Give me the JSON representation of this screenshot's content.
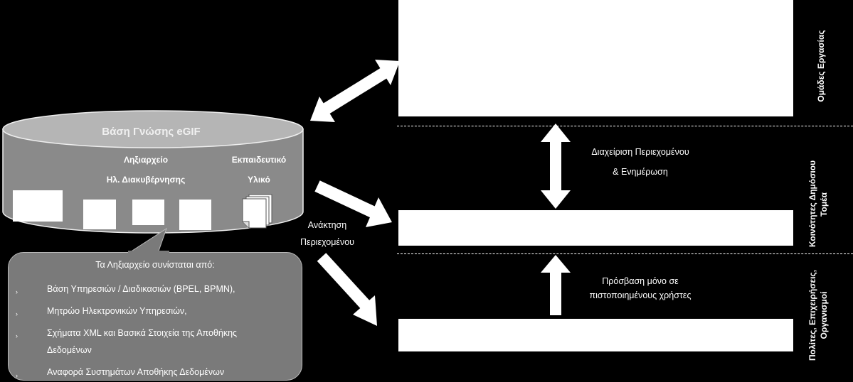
{
  "knowledge_base": {
    "title": "Βάση Γνώσης eGIF",
    "registry_line1": "Ληξιαρχείο",
    "registry_line2": "Ηλ. Διακυβέρνησης",
    "education_line1": "Εκπαιδευτικό",
    "education_line2": "Υλικό"
  },
  "callout": {
    "heading": "Τα Ληξιαρχείο συνίσταται από:",
    "items": [
      "Βάση Υπηρεσιών / Διαδικασιών (BPEL, BPMN),",
      "Μητρώο Ηλεκτρονικών Υπηρεσιών,",
      "Σχήματα XML και Βασικά Στοιχεία της Αποθήκης",
      "Δεδομένων",
      "Αναφορά Συστημάτων Αποθήκης Δεδομένων"
    ]
  },
  "retrieval": {
    "line1": "Ανάκτηση",
    "line2": "Περιεχομένου"
  },
  "management": {
    "line1": "Διαχείριση Περιεχομένου",
    "line2": "&  Ενημέρωση"
  },
  "access": {
    "line1": "Πρόσβαση μόνο σε",
    "line2": "πιστοποιημένους χρήστες"
  },
  "side_labels": {
    "work_groups": "Ομάδες Εργασίας",
    "public_line1": "Κοινότητες Δημόσιου",
    "public_line2": "Τομέα",
    "citizens_line1": "Πολίτες, Επιχειρήσεις,",
    "citizens_line2": "Οργανισμοί"
  }
}
